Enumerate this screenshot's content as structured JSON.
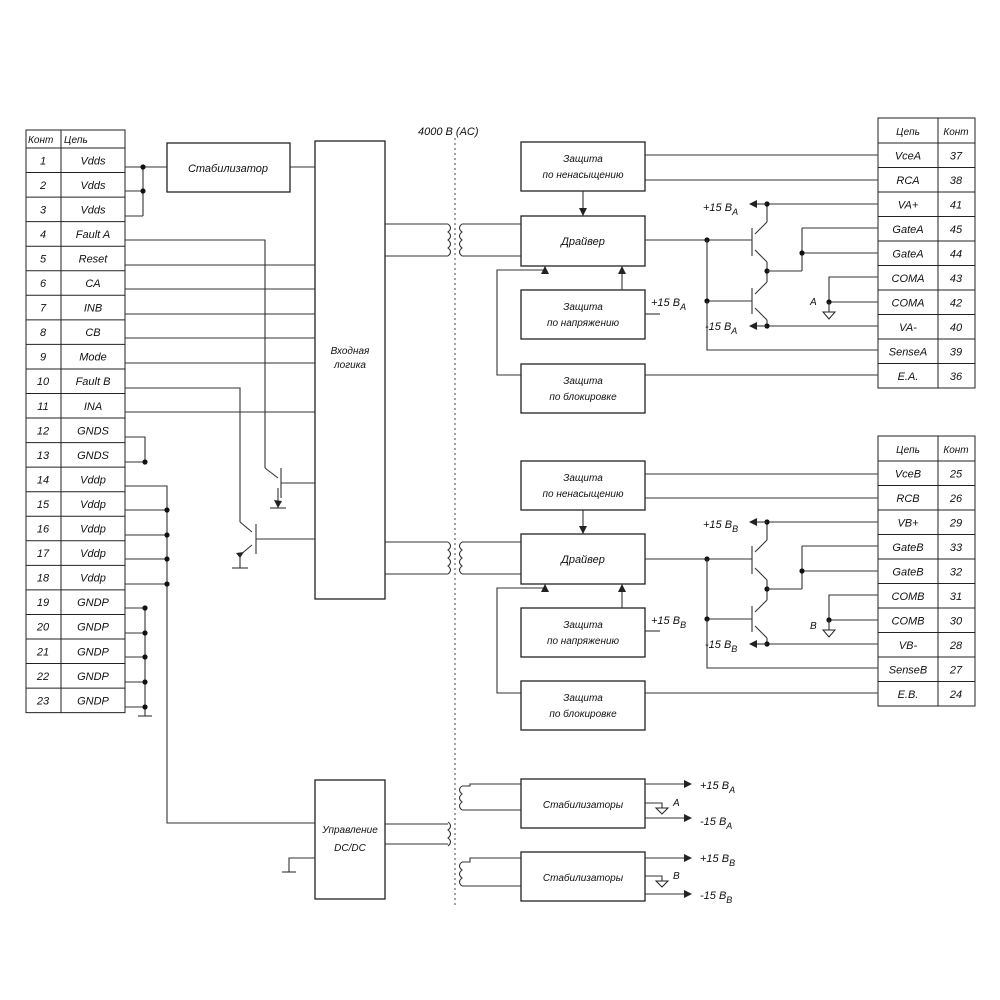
{
  "isolation_label": "4000 В (AC)",
  "left_table": {
    "header": {
      "pin": "Конт",
      "net": "Цепь"
    },
    "rows": [
      {
        "pin": "1",
        "net": "Vdds"
      },
      {
        "pin": "2",
        "net": "Vdds"
      },
      {
        "pin": "3",
        "net": "Vdds"
      },
      {
        "pin": "4",
        "net": "Fault A"
      },
      {
        "pin": "5",
        "net": "Reset"
      },
      {
        "pin": "6",
        "net": "CA"
      },
      {
        "pin": "7",
        "net": "INB"
      },
      {
        "pin": "8",
        "net": "CB"
      },
      {
        "pin": "9",
        "net": "Mode"
      },
      {
        "pin": "10",
        "net": "Fault B"
      },
      {
        "pin": "11",
        "net": "INA"
      },
      {
        "pin": "12",
        "net": "GNDS"
      },
      {
        "pin": "13",
        "net": "GNDS"
      },
      {
        "pin": "14",
        "net": "Vddp"
      },
      {
        "pin": "15",
        "net": "Vddp"
      },
      {
        "pin": "16",
        "net": "Vddp"
      },
      {
        "pin": "17",
        "net": "Vddp"
      },
      {
        "pin": "18",
        "net": "Vddp"
      },
      {
        "pin": "19",
        "net": "GNDP"
      },
      {
        "pin": "20",
        "net": "GNDP"
      },
      {
        "pin": "21",
        "net": "GNDP"
      },
      {
        "pin": "22",
        "net": "GNDP"
      },
      {
        "pin": "23",
        "net": "GNDP"
      }
    ]
  },
  "right_table_a": {
    "header": {
      "net": "Цепь",
      "pin": "Конт"
    },
    "rows": [
      {
        "net": "VcеA",
        "pin": "37"
      },
      {
        "net": "RCA",
        "pin": "38"
      },
      {
        "net": "VA+",
        "pin": "41"
      },
      {
        "net": "GateA",
        "pin": "45"
      },
      {
        "net": "GateA",
        "pin": "44"
      },
      {
        "net": "COMA",
        "pin": "43"
      },
      {
        "net": "COMA",
        "pin": "42"
      },
      {
        "net": "VA-",
        "pin": "40"
      },
      {
        "net": "SenseA",
        "pin": "39"
      },
      {
        "net": "E.A.",
        "pin": "36"
      }
    ]
  },
  "right_table_b": {
    "header": {
      "net": "Цепь",
      "pin": "Конт"
    },
    "rows": [
      {
        "net": "VcеB",
        "pin": "25"
      },
      {
        "net": "RCB",
        "pin": "26"
      },
      {
        "net": "VB+",
        "pin": "29"
      },
      {
        "net": "GateB",
        "pin": "33"
      },
      {
        "net": "GateB",
        "pin": "32"
      },
      {
        "net": "COMB",
        "pin": "31"
      },
      {
        "net": "COMB",
        "pin": "30"
      },
      {
        "net": "VB-",
        "pin": "28"
      },
      {
        "net": "SenseB",
        "pin": "27"
      },
      {
        "net": "E.B.",
        "pin": "24"
      }
    ]
  },
  "blocks": {
    "stabilizer": "Стабилизатор",
    "input_logic_1": "Входная",
    "input_logic_2": "логика",
    "desat_1": "Защита",
    "desat_2": "по ненасыщению",
    "driver": "Драйвер",
    "uv_1": "Защита",
    "uv_2": "по напряжению",
    "block_1": "Защита",
    "block_2": "по блокировке",
    "dcdc_1": "Управление",
    "dcdc_2": "DC/DC",
    "stabilizers": "Стабилизаторы"
  },
  "channel_a": {
    "plus_v": "+15 В",
    "minus_v": "-15 В",
    "sub": "A",
    "ground_label": "A"
  },
  "channel_b": {
    "plus_v": "+15 В",
    "minus_v": "-15 В",
    "sub": "B",
    "ground_label": "B"
  },
  "power_outputs": [
    {
      "label": "+15 В",
      "sub": "A"
    },
    {
      "label": "-15 В",
      "sub": "A"
    },
    {
      "label": "+15 В",
      "sub": "B"
    },
    {
      "label": "-15 В",
      "sub": "B"
    }
  ]
}
